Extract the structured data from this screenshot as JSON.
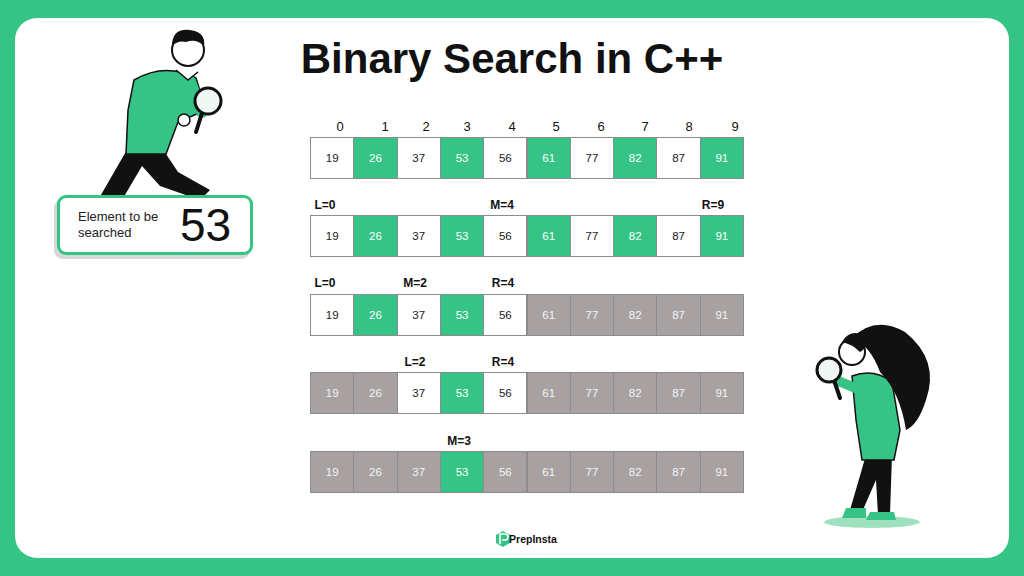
{
  "diagram": {
    "title": "Binary Search in C++",
    "nodes": [
      {
        "text": [
          "19"
        ]
      },
      {
        "text": [
          "26"
        ]
      },
      {
        "text": [
          "37"
        ]
      },
      {
        "text": [
          "53"
        ]
      },
      {
        "text": [
          "56"
        ]
      },
      {
        "text": [
          "61"
        ]
      },
      {
        "text": [
          "77"
        ]
      },
      {
        "text": [
          "82"
        ]
      },
      {
        "text": [
          "87"
        ]
      },
      {
        "text": [
          "91"
        ]
      },
      {
        "text": [
          "Element to be searched",
          "53"
        ]
      },
      {
        "text": [
          "19"
        ]
      },
      {
        "text": [
          "26"
        ]
      },
      {
        "text": [
          "37"
        ]
      },
      {
        "text": [
          "53"
        ]
      },
      {
        "text": [
          "56"
        ]
      },
      {
        "text": [
          "61"
        ]
      },
      {
        "text": [
          "77"
        ]
      },
      {
        "text": [
          "82"
        ]
      },
      {
        "text": [
          "87"
        ]
      },
      {
        "text": [
          "91"
        ]
      },
      {
        "text": [
          "19"
        ]
      },
      {
        "text": [
          "26"
        ]
      },
      {
        "text": [
          "37"
        ]
      },
      {
        "text": [
          "53"
        ]
      },
      {
        "text": [
          "56"
        ]
      },
      {
        "text": [
          "61"
        ]
      },
      {
        "text": [
          "77"
        ]
      },
      {
        "text": [
          "82"
        ]
      },
      {
        "text": [
          "87"
        ]
      },
      {
        "text": [
          "91"
        ]
      },
      {
        "text": [
          "19"
        ]
      },
      {
        "text": [
          "26"
        ]
      },
      {
        "text": [
          "37"
        ]
      },
      {
        "text": [
          "53"
        ]
      },
      {
        "text": [
          "56"
        ]
      },
      {
        "text": [
          "61"
        ]
      },
      {
        "text": [
          "77"
        ]
      },
      {
        "text": [
          "82"
        ]
      },
      {
        "text": [
          "87"
        ]
      },
      {
        "text": [
          "91"
        ]
      },
      {
        "text": [
          "19"
        ]
      },
      {
        "text": [
          "26"
        ]
      },
      {
        "text": [
          "37"
        ]
      },
      {
        "text": [
          "53"
        ]
      },
      {
        "text": [
          "56"
        ]
      },
      {
        "text": [
          "61"
        ]
      },
      {
        "text": [
          "77"
        ]
      },
      {
        "text": [
          "82"
        ]
      },
      {
        "text": [
          "87"
        ]
      },
      {
        "text": [
          "91"
        ]
      }
    ],
    "labels": [
      "0",
      "1",
      "2",
      "3",
      "4",
      "5",
      "6",
      "7",
      "8",
      "9",
      "L=0",
      "M=4",
      "R=9",
      "L=0",
      "M=2",
      "R=4",
      "L=2",
      "R=4",
      "M=3",
      "PrepInsta"
    ]
  }
}
